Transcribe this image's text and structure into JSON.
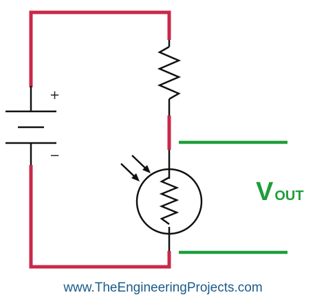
{
  "circuit": {
    "battery_plus": "+",
    "battery_minus": "−",
    "vout_main": "V",
    "vout_sub": "OUT",
    "wire_color": "#c8284a",
    "output_line_color": "#1e9e3a",
    "component_color": "#111111",
    "vout_color": "#1e9e3a"
  },
  "footer": {
    "website": "www.TheEngineeringProjects.com",
    "website_color": "#1b5a8a"
  }
}
